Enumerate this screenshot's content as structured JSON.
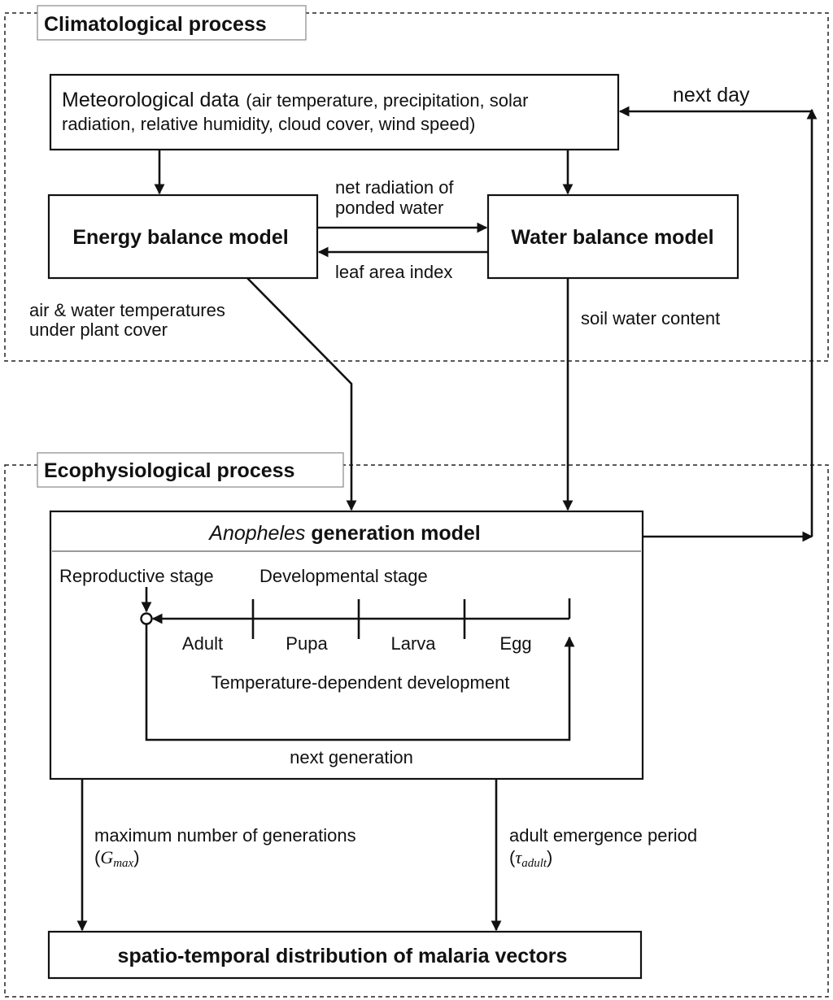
{
  "sections": {
    "climatological": "Climatological process",
    "ecophysiological": "Ecophysiological process"
  },
  "boxes": {
    "meteorological_main": "Meteorological data",
    "meteorological_detail_1": "(air temperature, precipitation, solar",
    "meteorological_detail_2": "radiation, relative humidity, cloud cover, wind speed)",
    "energy_balance": "Energy balance model",
    "water_balance": "Water balance model",
    "anopheles_italic": "Anopheles",
    "anopheles_rest": " generation model",
    "distribution": "spatio-temporal distribution of malaria vectors"
  },
  "flows": {
    "next_day": "next day",
    "net_radiation_1": "net radiation of",
    "net_radiation_2": "ponded water",
    "leaf_area_index": "leaf area index",
    "air_water_temps_1": "air & water temperatures",
    "air_water_temps_2": "under plant cover",
    "soil_water_content": "soil water content",
    "max_generations": "maximum number of generations",
    "gmax_symbol": "G",
    "gmax_sub": "max",
    "emergence_period": "adult emergence period",
    "tau_symbol": "τ",
    "tau_sub": "adult"
  },
  "lifecycle": {
    "reproductive_stage": "Reproductive stage",
    "developmental_stage": "Developmental stage",
    "stages": [
      "Adult",
      "Pupa",
      "Larva",
      "Egg"
    ],
    "temperature_dependent": "Temperature-dependent development",
    "next_generation": "next generation"
  }
}
